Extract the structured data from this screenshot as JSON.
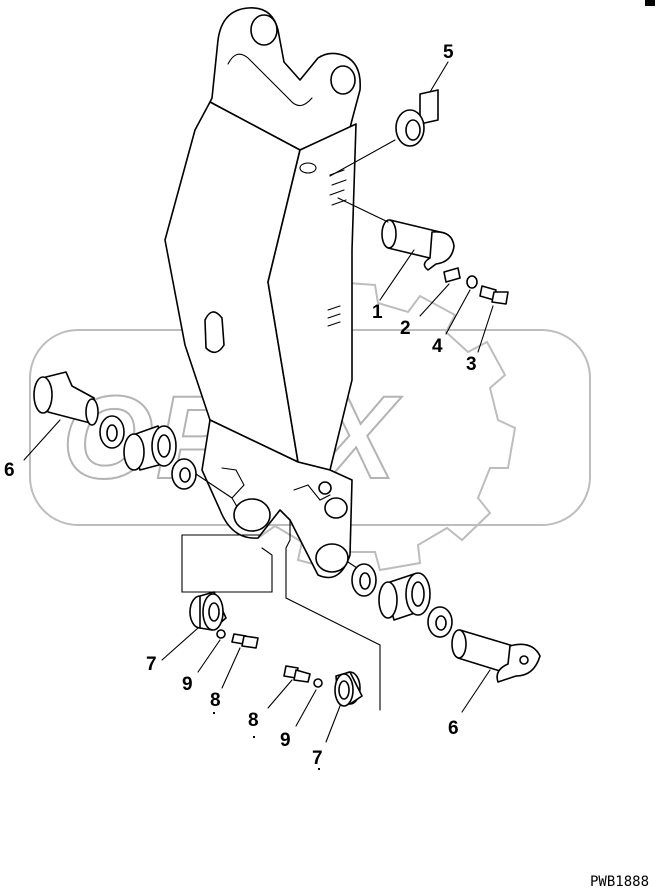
{
  "watermark": {
    "text": "OPEX"
  },
  "drawing_code": "PWB1888",
  "callouts": [
    {
      "id": "c1",
      "label": "1"
    },
    {
      "id": "c2",
      "label": "2"
    },
    {
      "id": "c3",
      "label": "3"
    },
    {
      "id": "c4",
      "label": "4"
    },
    {
      "id": "c5",
      "label": "5"
    },
    {
      "id": "c6a",
      "label": "6"
    },
    {
      "id": "c6b",
      "label": "6"
    },
    {
      "id": "c7a",
      "label": "7"
    },
    {
      "id": "c7b",
      "label": "7"
    },
    {
      "id": "c8a",
      "label": "8"
    },
    {
      "id": "c8b",
      "label": "8"
    },
    {
      "id": "c9a",
      "label": "9"
    },
    {
      "id": "c9b",
      "label": "9"
    }
  ]
}
